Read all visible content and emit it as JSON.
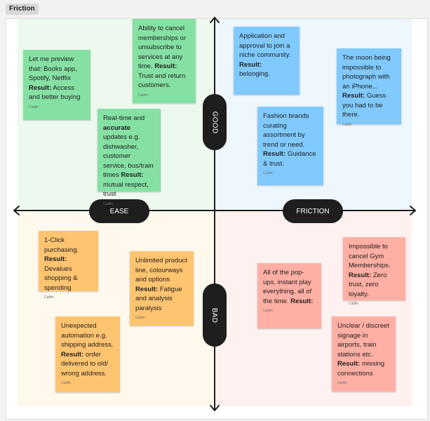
{
  "tag": "Friction",
  "axis_labels": {
    "top": "GOOD",
    "bottom": "BAD",
    "left": "EASE",
    "right": "FRICTION"
  },
  "result_label": "Result:",
  "colors": {
    "green": "#85e0a3",
    "blue": "#80caff",
    "orange": "#ffc470",
    "red": "#ffafa3",
    "pill": "#1e1e1e"
  },
  "notes": [
    {
      "id": "preview",
      "color": "green",
      "text": "Let me preview that: Books app, Spotify, Netflix",
      "result": "Access and better buying",
      "author": "Caitlin"
    },
    {
      "id": "cancel-membership",
      "color": "green",
      "text": "Ability to cancel memberships or unsubscribe to services at any time.",
      "result": "Trust and return customers.",
      "author": "Caitlin"
    },
    {
      "id": "realtime-updates",
      "color": "green",
      "text_pre": "Real-time and",
      "text_bold": "accurate",
      "text_post": "updates e.g. dishwasher, customer service, bus/train times",
      "result": "mutual respect, trust",
      "author": "Caitlin"
    },
    {
      "id": "niche-community",
      "color": "blue",
      "text": "Application and approval to join a niche community.",
      "result": "belonging.",
      "author": ""
    },
    {
      "id": "moon-photo",
      "color": "blue",
      "text": "The moon being impossible to photograph with an iPhone...",
      "result": "Guess you had to be there.",
      "author": "Caitlin"
    },
    {
      "id": "fashion-brands",
      "color": "blue",
      "text": "Fashion brands curating assortment by trend or need.",
      "result": "Guidance & trust.",
      "author": "Caitlin"
    },
    {
      "id": "one-click",
      "color": "orange",
      "text": "1-Click purchasing.",
      "result": "Devalues shopping & spending",
      "author": "Caitlin"
    },
    {
      "id": "unlimited-product",
      "color": "orange",
      "text": "Unlimited product line, colourways and options",
      "result": "Fatigue and analysis paralysis",
      "author": "Caitlin"
    },
    {
      "id": "unexpected-automation",
      "color": "orange",
      "text": "Unexpected automation e.g. shipping address.",
      "result": "order delivered to old/ wrong address.",
      "author": "Caitlin"
    },
    {
      "id": "popups",
      "color": "red",
      "text": "All of the pop-ups, instant play everything, all of the time.",
      "result": "",
      "author": "Caitlin"
    },
    {
      "id": "gym-membership",
      "color": "red",
      "text": "Impossible to cancel Gym Memberships.",
      "result": "Zero trust, zero loyalty.",
      "author": "Caitlin"
    },
    {
      "id": "signage",
      "color": "red",
      "text": "Unclear / discreet signage in airports, train stations etc.",
      "result": "missing connections",
      "author": "Caitlin"
    }
  ]
}
